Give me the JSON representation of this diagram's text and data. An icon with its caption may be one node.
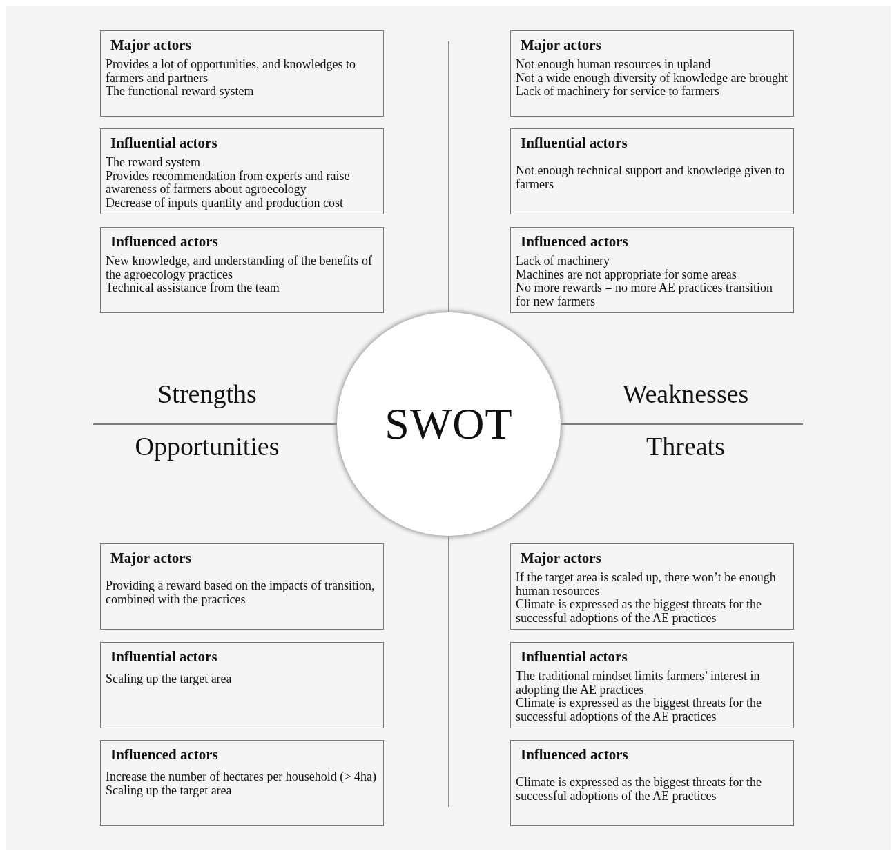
{
  "diagram": {
    "nodes": [
      {
        "text": [
          "Major actors",
          "Provides a lot of opportunities, and knowledges to farmers and partners",
          "The functional reward system"
        ]
      },
      {
        "text": [
          "Major actors",
          "Not enough human resources in upland",
          "Not a wide enough diversity of knowledge are brought",
          "Lack of machinery for service to farmers"
        ]
      },
      {
        "text": [
          "Influential actors",
          "The reward system",
          "Provides recommendation from experts and raise awareness of farmers about agroecology",
          "Decrease of inputs quantity and production cost"
        ]
      },
      {
        "text": [
          "Influential actors",
          "Not enough technical support and knowledge given to farmers"
        ]
      },
      {
        "text": [
          "Influenced actors",
          "New knowledge, and understanding of the benefits of the agroecology practices",
          "Technical assistance from the team"
        ]
      },
      {
        "text": [
          "Influenced actors",
          "Lack of machinery",
          "Machines are not appropriate for some areas",
          "No more rewards = no more AE practices transition for new farmers"
        ]
      },
      {
        "text": [
          "SWOT"
        ]
      },
      {
        "text": [
          "Major actors",
          "Providing a reward based on the impacts of transition, combined with the practices"
        ]
      },
      {
        "text": [
          "Major actors",
          "If the target area is scaled up, there won’t be enough human resources",
          "Climate is expressed as the biggest threats for the successful adoptions of the AE practices"
        ]
      },
      {
        "text": [
          "Influential actors",
          "Scaling up the target area"
        ]
      },
      {
        "text": [
          "Influential actors",
          "The traditional mindset limits farmers’ interest in adopting the AE practices",
          "Climate is expressed as the biggest threats for the successful adoptions of the AE practices"
        ]
      },
      {
        "text": [
          "Influenced actors",
          "Increase the  number of hectares per household (> 4ha)",
          "Scaling up the target area"
        ]
      },
      {
        "text": [
          "Influenced actors",
          "Climate is expressed as the biggest threats for the successful adoptions of the AE practices"
        ]
      }
    ],
    "labels": [
      "Strengths",
      "Weaknesses",
      "Opportunities",
      "Threats"
    ]
  }
}
